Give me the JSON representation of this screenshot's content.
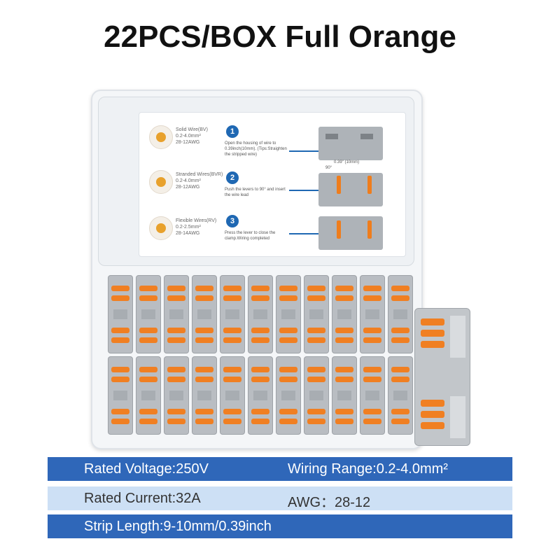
{
  "title": "22PCS/BOX Full Orange",
  "instructions": {
    "wires": [
      {
        "label_line1": "Solid Wire(BV)",
        "label_line2": "0.2-4.0mm²",
        "label_line3": "28-12AWG"
      },
      {
        "label_line1": "Stranded Wires(BVR)",
        "label_line2": "0.2-4.0mm²",
        "label_line3": "28-12AWG"
      },
      {
        "label_line1": "Flexible Wires(RV)",
        "label_line2": "0.2-2.5mm²",
        "label_line3": "28-14AWG"
      }
    ],
    "steps": [
      {
        "num": "1",
        "text": "Open the housing of wire to 0.39inch(10mm). (Tips:Straighten the stripped wire)",
        "note": "0.39\" (10mm)"
      },
      {
        "num": "2",
        "text": "Push the levers to 90° and insert the wire lead",
        "note": "90°"
      },
      {
        "num": "3",
        "text": "Press the lever to close the clamp.Wiring completed",
        "note": ""
      }
    ]
  },
  "specs": [
    {
      "left": "Rated Voltage:250V",
      "right": "Wiring Range:0.2-4.0mm²",
      "style": "blue"
    },
    {
      "left": "Rated Current:32A",
      "right": "AWG：28-12",
      "style": "light"
    },
    {
      "left": "Strip Length:9-10mm/0.39inch",
      "right": "",
      "style": "blue"
    }
  ],
  "colors": {
    "accent_blue": "#2f67b9",
    "light_blue": "#cde0f5",
    "orange": "#f07f22",
    "gray": "#b9bdc2"
  }
}
